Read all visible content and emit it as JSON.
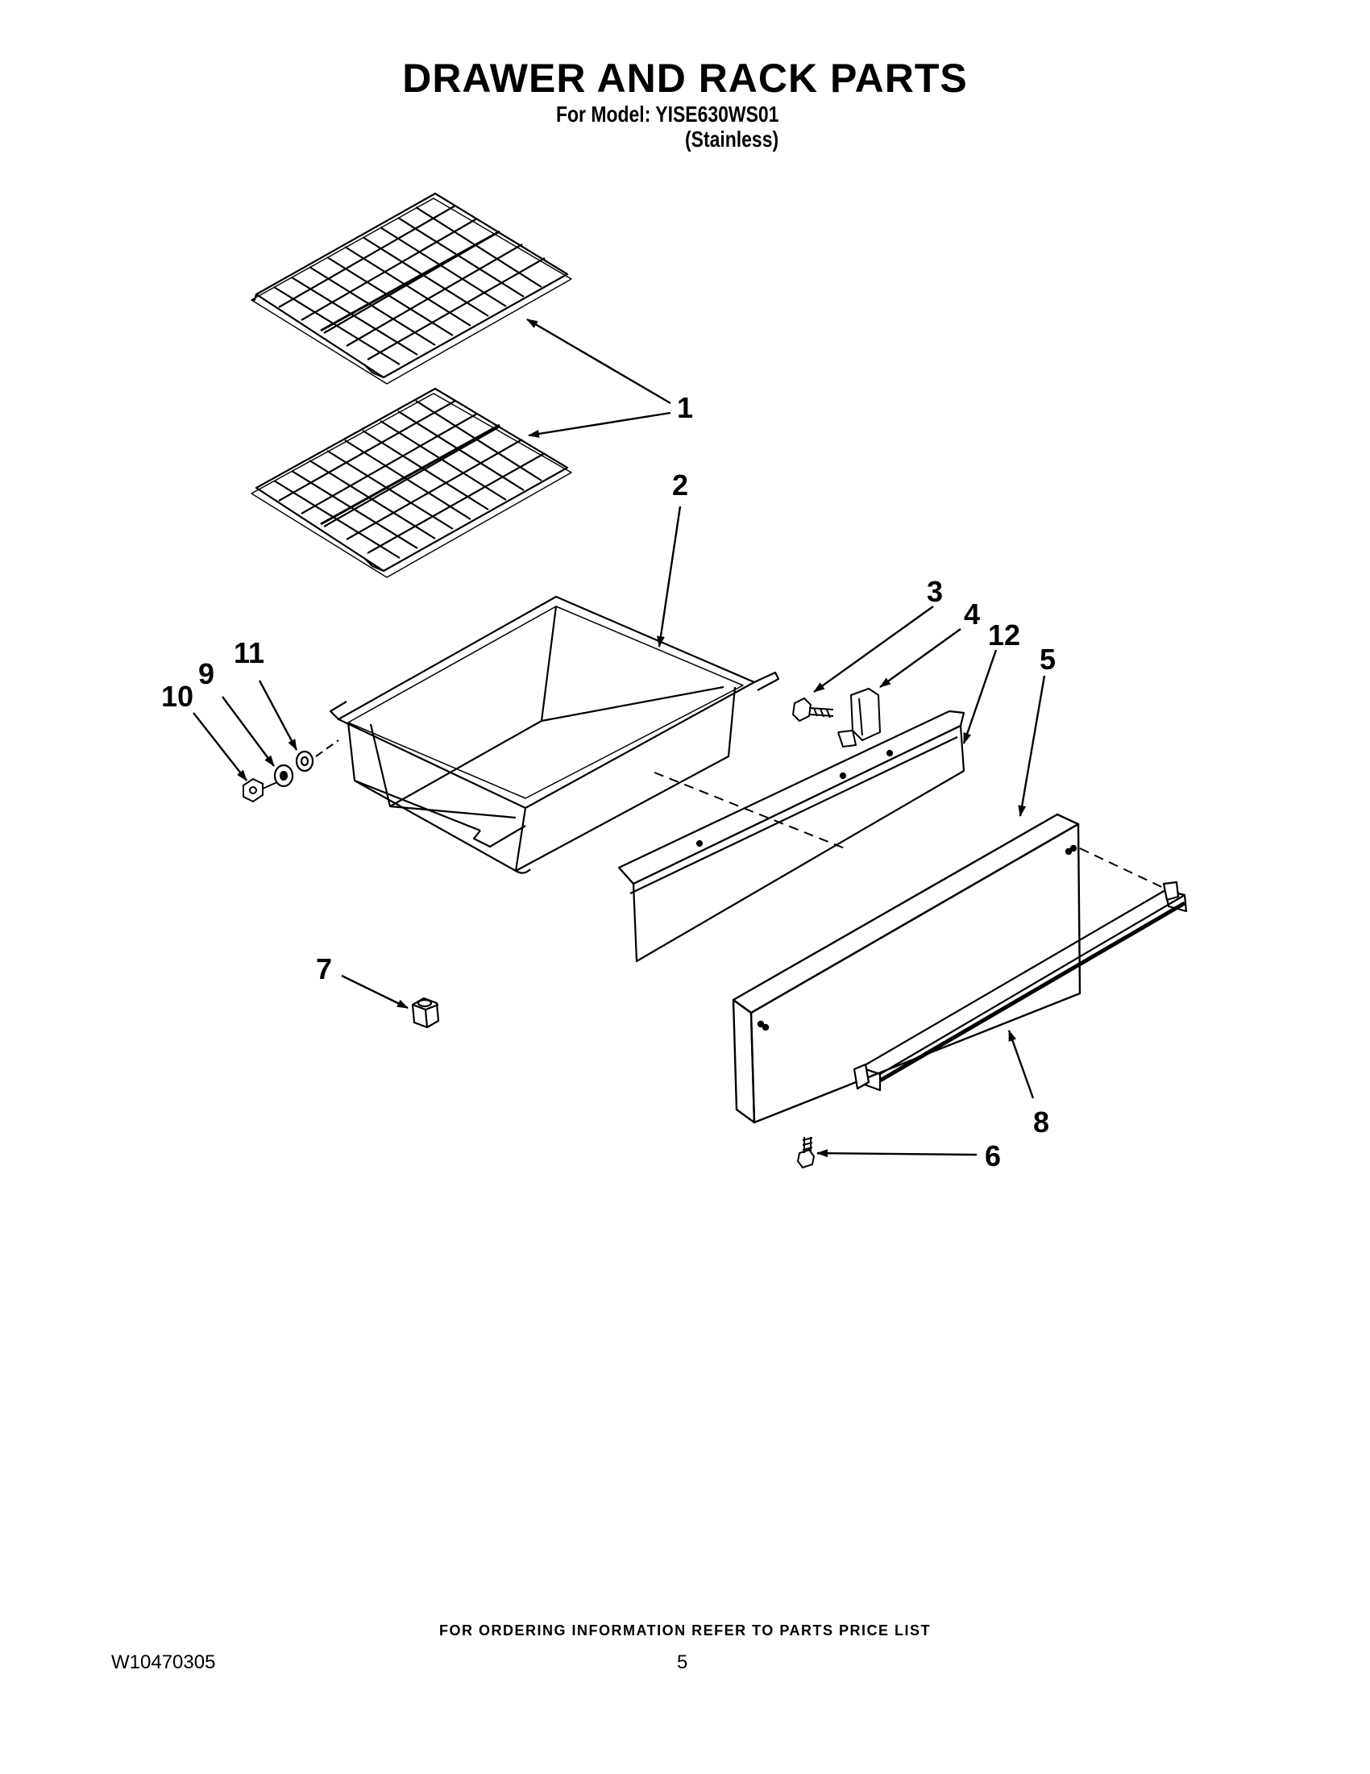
{
  "header": {
    "title": "DRAWER AND RACK PARTS",
    "model_line": "For Model: YISE630WS01",
    "model_variant": "(Stainless)"
  },
  "callouts": [
    "1",
    "2",
    "3",
    "4",
    "12",
    "5",
    "11",
    "9",
    "10",
    "7",
    "8",
    "6"
  ],
  "footer": {
    "ordering_note": "FOR ORDERING INFORMATION REFER TO PARTS PRICE LIST",
    "doc_number": "W10470305",
    "page_number": "5"
  }
}
